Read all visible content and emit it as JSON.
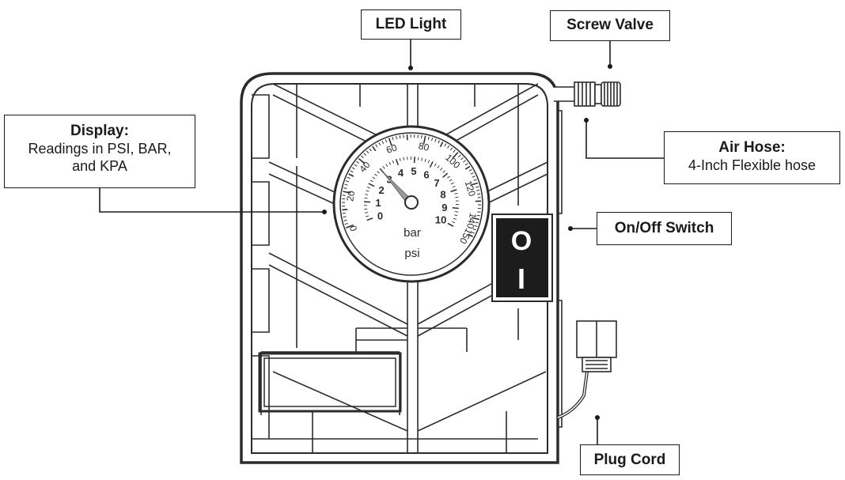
{
  "callouts": {
    "led": {
      "title": "LED Light"
    },
    "valve": {
      "title": "Screw Valve"
    },
    "display": {
      "title": "Display:",
      "lines": [
        "Readings in PSI, BAR,",
        "and KPA"
      ]
    },
    "hose": {
      "title": "Air Hose:",
      "lines": [
        "4-Inch Flexible hose"
      ]
    },
    "switch": {
      "title": "On/Off Switch"
    },
    "plug": {
      "title": "Plug Cord"
    }
  },
  "gauge": {
    "bar_unit": "bar",
    "psi_unit": "psi",
    "bar_labels": [
      "0",
      "1",
      "2",
      "3",
      "4",
      "5",
      "6",
      "7",
      "8",
      "9",
      "10"
    ],
    "psi_labels": [
      "0",
      "20",
      "40",
      "60",
      "80",
      "100",
      "120",
      "140",
      "150"
    ],
    "needle_value_bar": 3
  },
  "switch_labels": {
    "top": "O",
    "bottom": "I"
  },
  "colors": {
    "line": "#1a1a1a",
    "fill": "#ffffff"
  }
}
